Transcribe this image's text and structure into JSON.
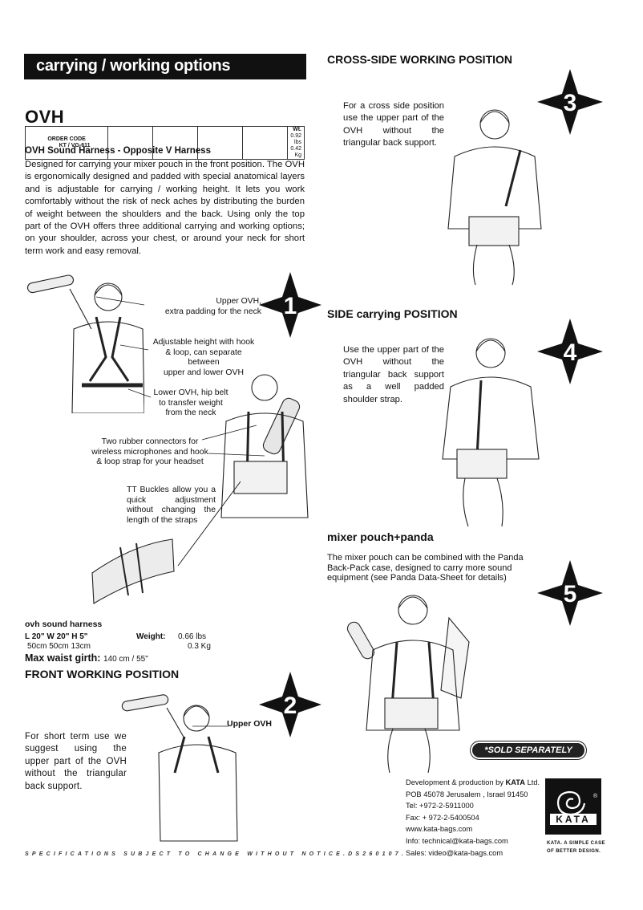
{
  "banner": {
    "title": "carrying / working  options"
  },
  "ovh": {
    "title": "OVH",
    "order_code_label": "ORDER CODE",
    "order_code_value": "KT /  VG-611",
    "weight_label": "Wt.",
    "weight_lbs": "0.92 lbs",
    "weight_kg": "0.42 Kg",
    "subtitle": "OVH Sound Harness - Opposite V Harness",
    "description": "Designed for carrying your mixer pouch in the front position. The OVH is ergonomically designed and padded with special anatomical layers and is adjustable for carrying  / working height. It lets you work comfortably without the risk of neck aches by distributing the burden of weight between the shoulders and the back. Using only the top part of the OVH offers three additional carrying and working options; on your shoulder, across your chest, or around your neck for short term work and easy removal."
  },
  "diagram1": {
    "number": "1",
    "callout_upper": "Upper OVH,\nextra padding for the neck",
    "callout_height": "Adjustable height with hook\n& loop, can separate between\nupper and lower OVH",
    "callout_lower": "Lower OVH, hip belt\nto transfer weight\nfrom the neck",
    "callout_connectors": "Two rubber connectors for\nwireless microphones and hook\n& loop strap for your headset",
    "callout_buckles": "TT Buckles allow you a quick adjustment without changing the length of the straps"
  },
  "specs": {
    "name": "ovh sound harness",
    "dims_in": "L 20\"   W 20\"   H 5\"",
    "dims_cm": "50cm   50cm   13cm",
    "weight_label": "Weight:",
    "weight_lbs": "0.66 lbs",
    "weight_kg": "0.3 Kg",
    "girth_label": "Max waist girth:",
    "girth_value": "140 cm / 55\""
  },
  "front": {
    "title": "FRONT WORKING POSITION",
    "number": "2",
    "callout": "Upper OVH",
    "text": "For short term use we suggest using the upper part of the OVH without the triangular back support."
  },
  "cross": {
    "title": "CROSS-SIDE WORKING POSITION",
    "number": "3",
    "text": "For a cross side position use the upper part of the OVH without the triangular back support."
  },
  "side": {
    "title": "SIDE carrying POSITION",
    "number": "4",
    "text": "Use the upper part of the OVH without the triangular back support as a well padded shoulder strap."
  },
  "mixer": {
    "title": "mixer pouch+panda",
    "number": "5",
    "text": "The mixer pouch can be combined with the Panda Back-Pack case, designed to carry more sound equipment (see Panda Data-Sheet for details)",
    "badge": "*SOLD SEPARATELY"
  },
  "contact": {
    "line1_prefix": "Development & production by ",
    "line1_brand": "KATA",
    "line1_suffix": " Ltd.",
    "address": "POB 45078 Jerusalem , Israel  91450",
    "tel": "Tel: +972-2-5911000",
    "fax": "Fax: + 972-2-5400504",
    "web": "www.kata-bags.com",
    "info": "Info: technical@kata-bags.com",
    "sales": "Sales: video@kata-bags.com"
  },
  "logo": {
    "text": "KATA",
    "tagline1": "KATA. A SIMPLE CASE",
    "tagline2": "OF BETTER DESIGN."
  },
  "footer": "SPECIFICATIONS SUBJECT TO CHANGE WITHOUT NOTICE.DS260107."
}
